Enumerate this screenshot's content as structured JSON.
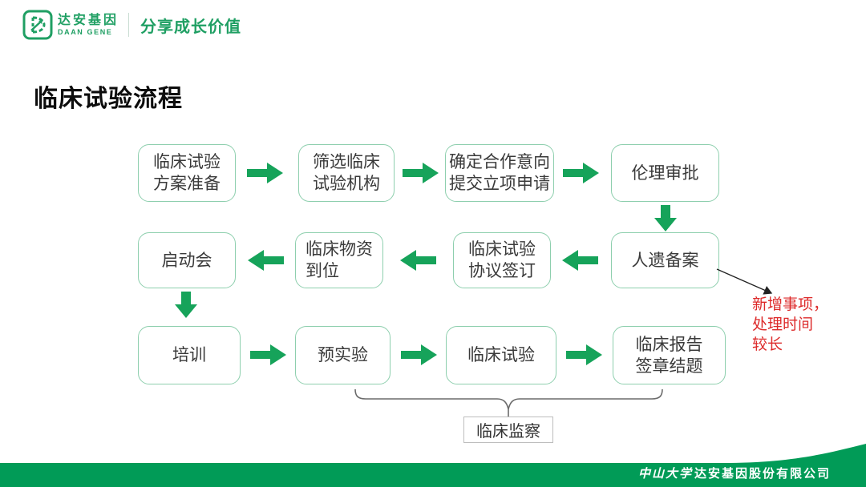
{
  "header": {
    "logo_cn": "达安基因",
    "logo_en": "DAAN GENE",
    "slogan": "分享成长价值"
  },
  "title": "临床试验流程",
  "flow": {
    "row1": [
      "临床试验\n方案准备",
      "筛选临床\n试验机构",
      "确定合作意向\n提交立项申请",
      "伦理审批"
    ],
    "row2": [
      "启动会",
      "临床物资\n到位",
      "临床试验\n协议签订",
      "人遗备案"
    ],
    "row3": [
      "培训",
      "预实验",
      "临床试验",
      "临床报告\n签章结题"
    ],
    "monitor_label": "临床监察",
    "annotation": "新增事项，\n处理时间\n较长"
  },
  "footer": {
    "company_script": "中山大学",
    "company_rest": "达安基因股份有限公司"
  },
  "colors": {
    "brand_green": "#1f9f63",
    "arrow_green": "#16a35a",
    "box_border": "#8ecfae",
    "annotation_red": "#dd2a2a",
    "footer_green": "#019b57"
  }
}
